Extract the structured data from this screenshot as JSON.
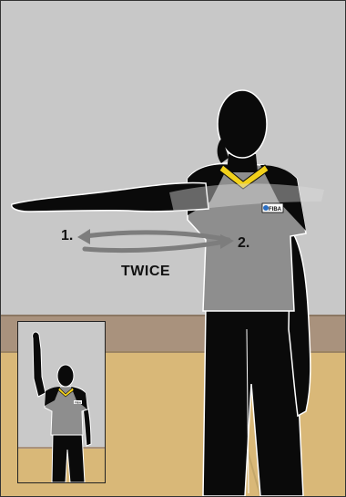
{
  "colors": {
    "wall": "#c8c8c8",
    "floor": "#d9b878",
    "baseboard": "#a9927d",
    "silhouette": "#0a0a0a",
    "shirt": "#8e8e8e",
    "collar": "#f2d11b",
    "arrow": "#7d7d7d"
  },
  "signal": {
    "step_1": "1.",
    "step_2": "2.",
    "caption": "TWICE"
  },
  "badge": {
    "text": "FIBA"
  },
  "inset_badge": {
    "text": "FIBA"
  }
}
